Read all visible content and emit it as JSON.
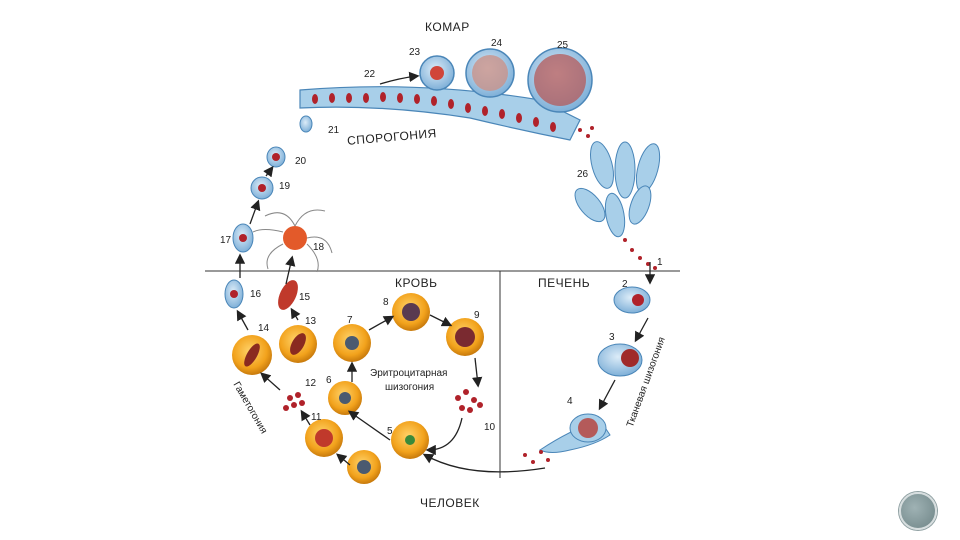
{
  "regions": {
    "mosquito": "КОМАР",
    "blood": "КРОВЬ",
    "liver": "ПЕЧЕНЬ",
    "human": "ЧЕЛОВЕК"
  },
  "processes": {
    "sporogony": "СПОРОГОНИЯ",
    "erythro_line1": "Эритроцитарная",
    "erythro_line2": "шизогония",
    "gametogony": "Гаметогония",
    "tissue": "Тканевая шизогония"
  },
  "stages": [
    "1",
    "2",
    "3",
    "4",
    "5",
    "6",
    "7",
    "8",
    "9",
    "10",
    "11",
    "12",
    "13",
    "14",
    "15",
    "16",
    "17",
    "18",
    "19",
    "20",
    "21",
    "22",
    "23",
    "24",
    "25",
    "26"
  ],
  "colors": {
    "cell_blue": "#9cc6e6",
    "cell_outline": "#4a86b8",
    "erythrocyte": "#f2a21c",
    "nucleus": "#b0222a",
    "arrow": "#222222"
  },
  "icons": {
    "nav_button": "circle-nav-icon"
  }
}
